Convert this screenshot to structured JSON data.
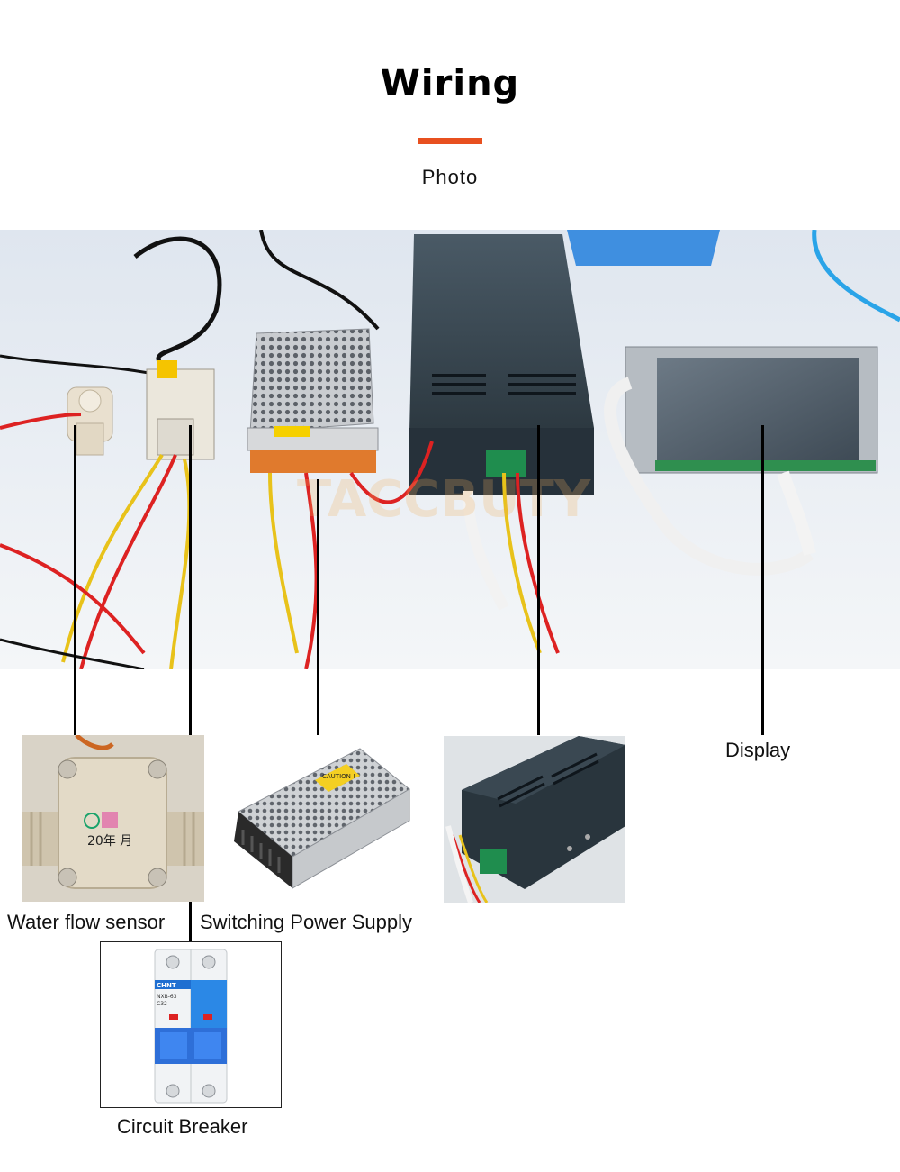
{
  "header": {
    "title": "Wiring",
    "subtitle": "Photo"
  },
  "accent_color": "#e8501f",
  "photo": {
    "watermark": "TACCBUTY"
  },
  "labels": {
    "water_flow_sensor": "Water flow sensor",
    "switching_power_supply": "Switching Power Supply",
    "display": "Display",
    "circuit_breaker": "Circuit Breaker"
  },
  "product_markings": {
    "sensor_stamp": "20年  月",
    "psu_caution": "CAUTION !",
    "breaker_brand": "CHNT",
    "breaker_model": "NXB-63",
    "breaker_rating": "C32"
  }
}
